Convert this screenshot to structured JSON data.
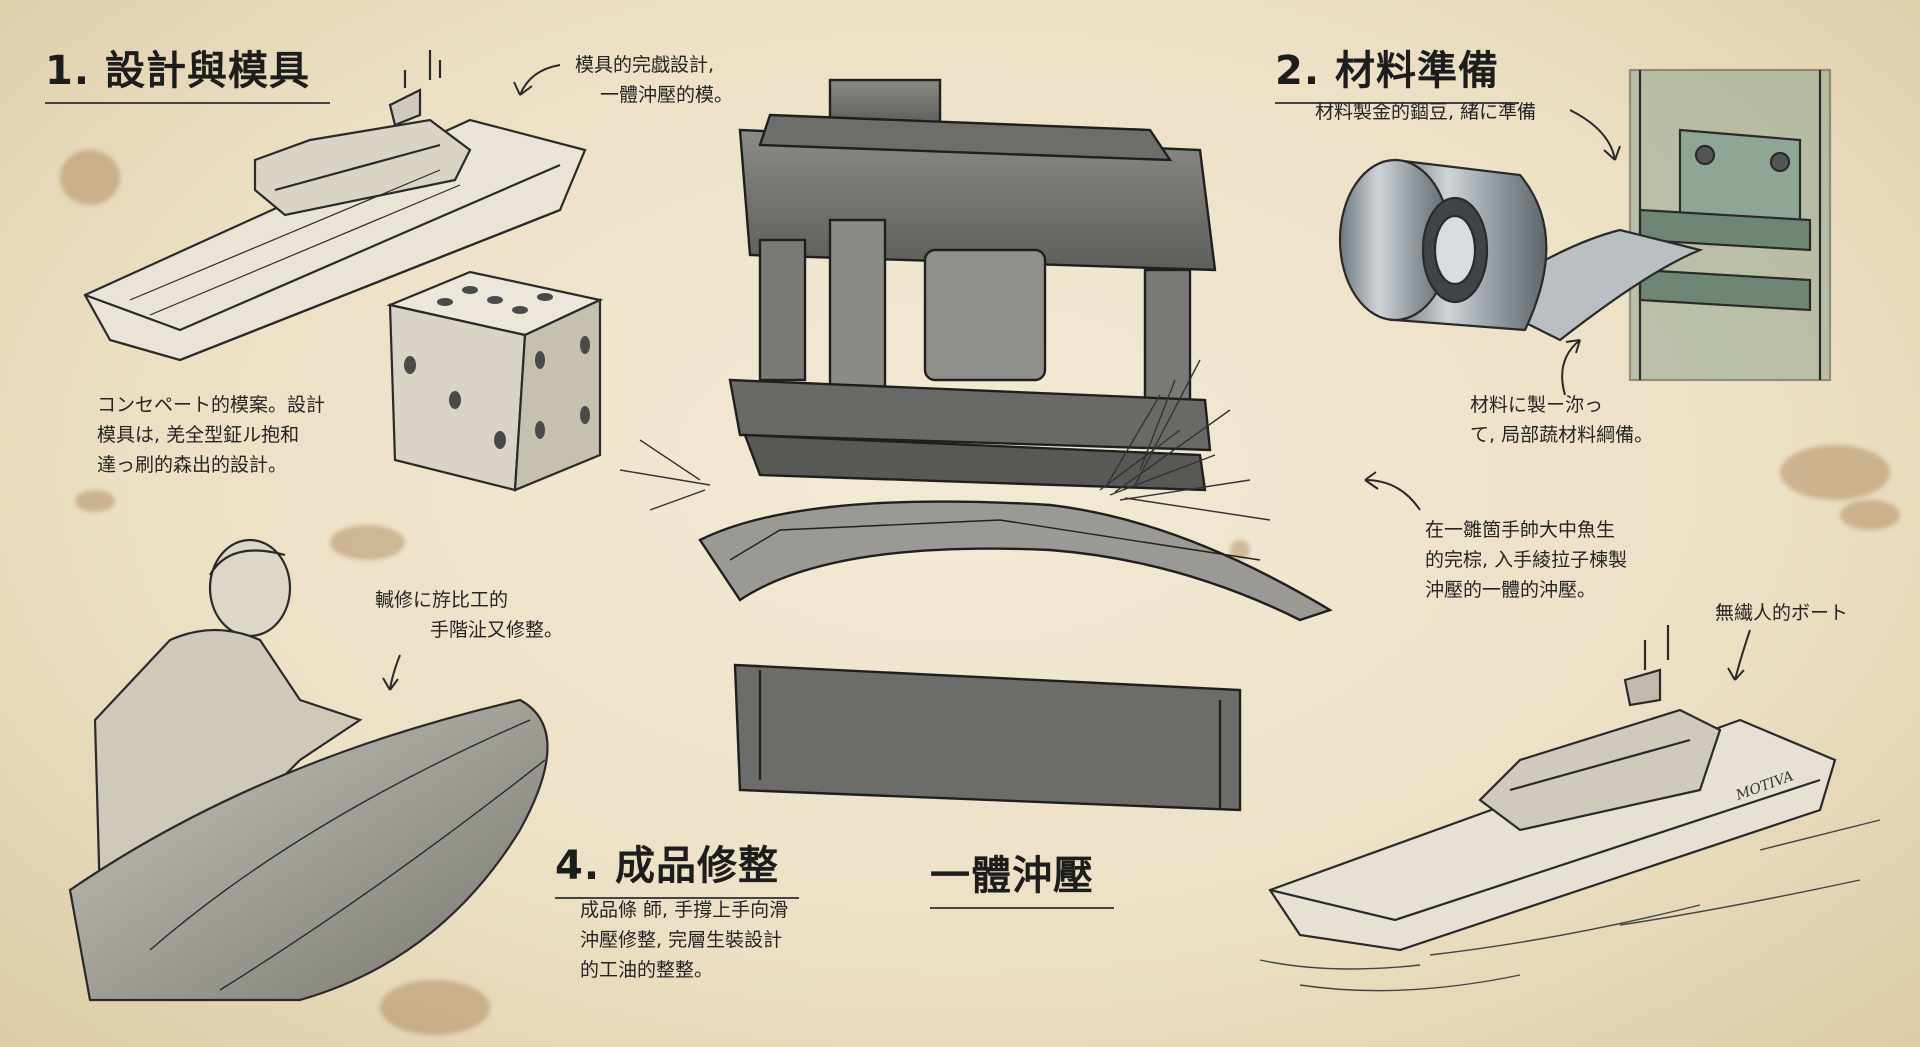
{
  "headings": {
    "step1": "1. 設計與模具",
    "step2": "2. 材料準備",
    "step4": "4. 成品修整",
    "center": "一體沖壓"
  },
  "notes": {
    "mold": [
      "模具的完戯設計,",
      "一體沖壓的模。"
    ],
    "concept": [
      "コンセペート的模案。設計",
      "模具は, 羌全型鉦ル抱和",
      "達っ刷的森出的設計。"
    ],
    "material_top": [
      "材料製金的錮豆, 緒に準備"
    ],
    "material_bottom": [
      "材料に製ー沵っ",
      "て, 局部蔬材料綱備。"
    ],
    "press": [
      "在一雛箇手帥大中魚生",
      "的完棕, 入手綾拉子楝製",
      "沖壓的一體的沖壓。"
    ],
    "craftsman": [
      "輱修に斿比工的",
      "手階沚又修整。"
    ],
    "finishing": [
      "成品條 師, 手撐上手向滑",
      "沖壓修整, 完層生裝設計",
      "的工油的整整。"
    ],
    "boat": [
      "無繊人的ボート"
    ]
  },
  "boat_hull_text": "MOTIVA",
  "colors": {
    "paper": "#ece0c4",
    "ink": "#222222",
    "stain": "#9a6a35",
    "steel": "#a9b0b5",
    "patina_green": "#7d9a86"
  }
}
